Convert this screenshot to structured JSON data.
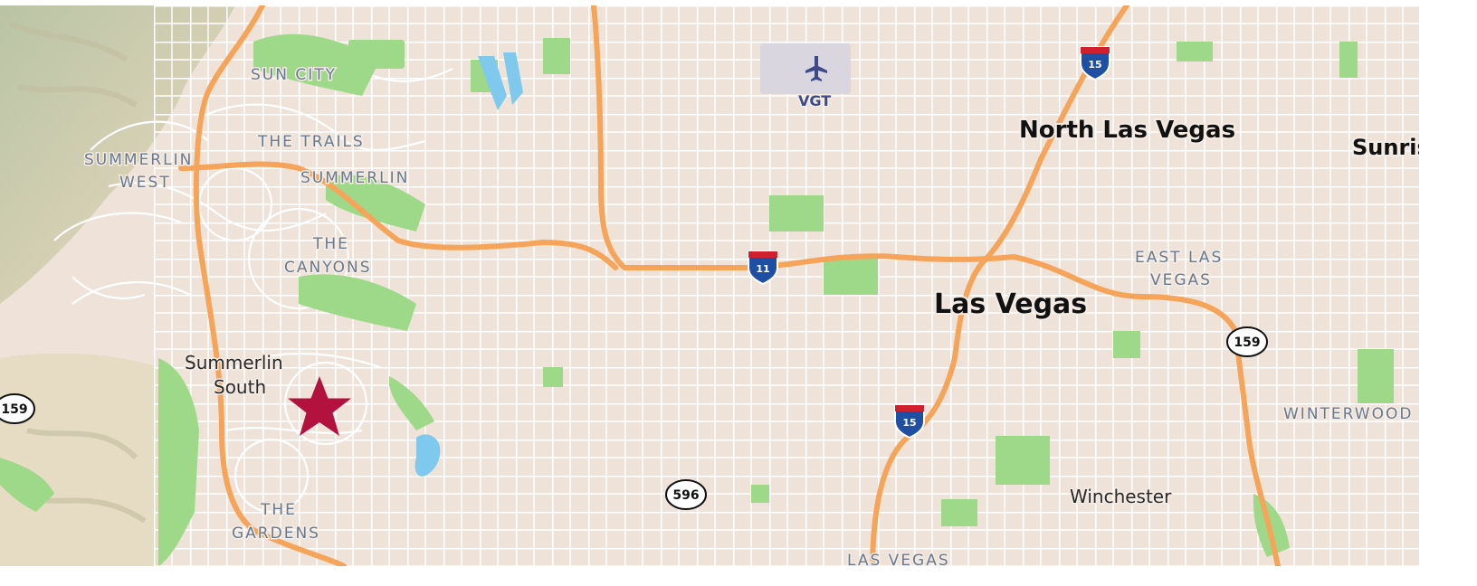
{
  "map": {
    "districts": [
      {
        "key": "sun_city",
        "label": "SUN CITY"
      },
      {
        "key": "the_trails",
        "label": "THE TRAILS"
      },
      {
        "key": "summerlin_west_1",
        "label": "SUMMERLIN"
      },
      {
        "key": "summerlin_west_2",
        "label": "WEST"
      },
      {
        "key": "summerlin",
        "label": "SUMMERLIN"
      },
      {
        "key": "the_canyons_1",
        "label": "THE"
      },
      {
        "key": "the_canyons_2",
        "label": "CANYONS"
      },
      {
        "key": "east_las_vegas_1",
        "label": "EAST LAS"
      },
      {
        "key": "east_las_vegas_2",
        "label": "VEGAS"
      },
      {
        "key": "winterwood",
        "label": "WINTERWOOD"
      },
      {
        "key": "the_gardens_1",
        "label": "THE"
      },
      {
        "key": "the_gardens_2",
        "label": "GARDENS"
      },
      {
        "key": "las_vegas_bottom",
        "label": "LAS VEGAS"
      }
    ],
    "places": [
      {
        "key": "summerlin_south_1",
        "label": "Summerlin"
      },
      {
        "key": "summerlin_south_2",
        "label": "South"
      },
      {
        "key": "winchester",
        "label": "Winchester"
      }
    ],
    "cities": [
      {
        "key": "north_las_vegas",
        "label": "North Las Vegas"
      },
      {
        "key": "las_vegas",
        "label": "Las Vegas"
      },
      {
        "key": "sunrise",
        "label": "Sunrise"
      }
    ],
    "airport": {
      "code": "VGT",
      "icon": "airplane-icon"
    },
    "interstate_shields": [
      {
        "key": "i15_north",
        "number": "15"
      },
      {
        "key": "i11",
        "number": "11"
      },
      {
        "key": "i15_south",
        "number": "15"
      }
    ],
    "state_shields": [
      {
        "key": "sr159_left",
        "number": "159"
      },
      {
        "key": "sr159_right",
        "number": "159"
      },
      {
        "key": "sr596",
        "number": "596"
      }
    ],
    "marker": {
      "icon": "star-icon",
      "color": "#b3123f"
    },
    "colors": {
      "land": "#efe3d9",
      "park": "#9ed98a",
      "water": "#7fc9ef",
      "highway": "#f5a45a",
      "street": "#ffffff",
      "mountain": "#c9ceb0",
      "interstate_blue": "#1f4fa3",
      "interstate_red": "#d0202e"
    }
  }
}
